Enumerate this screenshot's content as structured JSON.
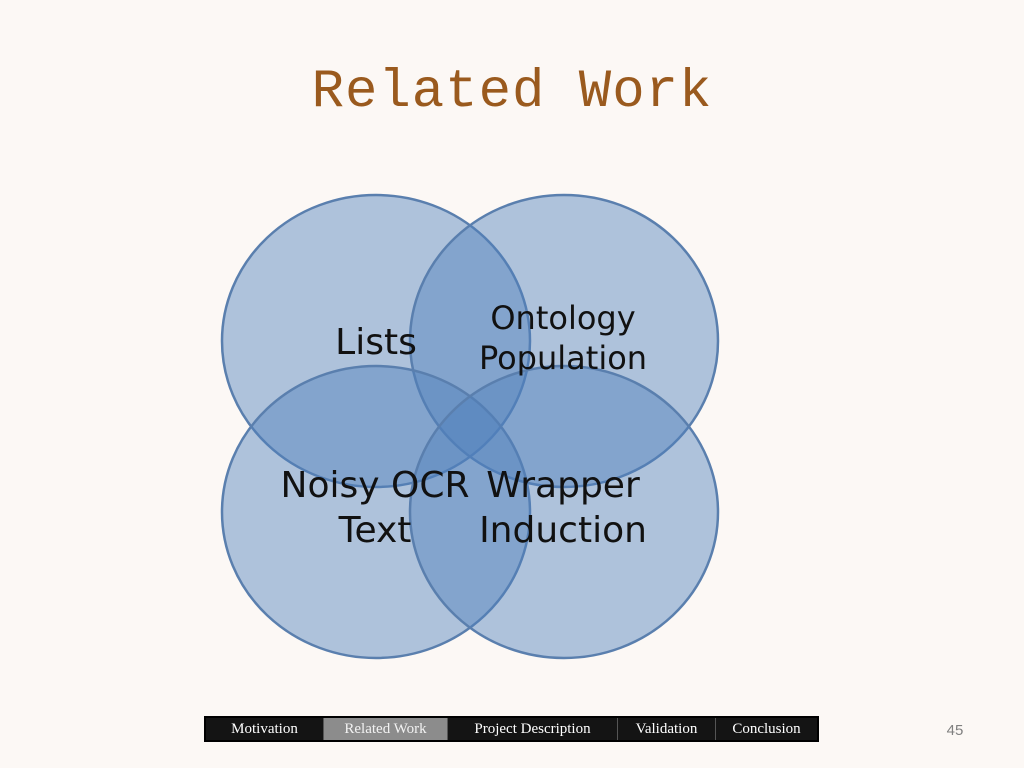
{
  "slide": {
    "title": "Related Work",
    "page_number": "45"
  },
  "diagram": {
    "type": "venn",
    "circles": [
      {
        "id": "lists",
        "label": "Lists"
      },
      {
        "id": "ontology",
        "label_line1": "Ontology",
        "label_line2": "Population"
      },
      {
        "id": "noisy",
        "label_line1": "Noisy OCR",
        "label_line2": "Text"
      },
      {
        "id": "wrapper",
        "label_line1": "Wrapper",
        "label_line2": "Induction"
      }
    ],
    "fill_color": "#4f81bd",
    "stroke_color": "#5a7fae"
  },
  "navbar": {
    "items": [
      {
        "label": "Motivation",
        "active": false
      },
      {
        "label": "Related Work",
        "active": true
      },
      {
        "label": "Project Description",
        "active": false
      },
      {
        "label": "Validation",
        "active": false
      },
      {
        "label": "Conclusion",
        "active": false
      }
    ]
  }
}
